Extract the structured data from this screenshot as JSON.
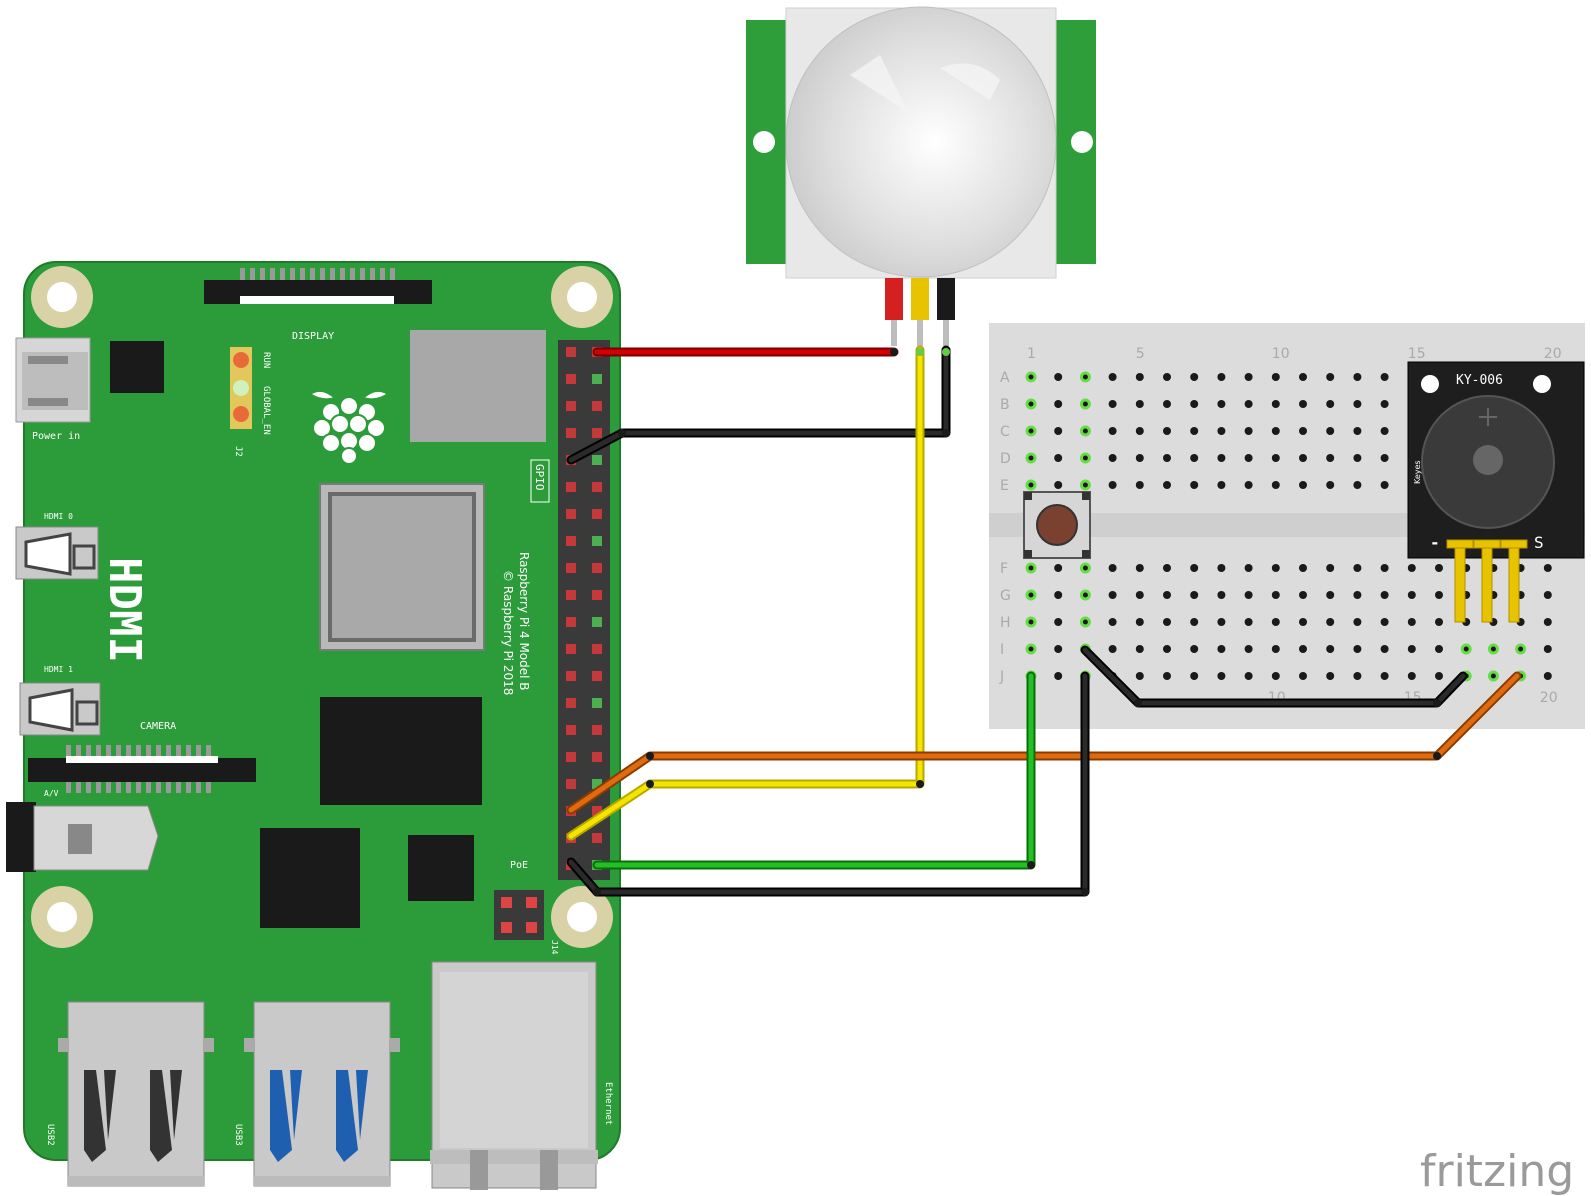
{
  "colors": {
    "board": "#2c9b3a",
    "board_edge": "#1f7a2c",
    "wire_red": "#d40000",
    "wire_yellow": "#f5e400",
    "wire_black": "#1a1a1a",
    "wire_orange": "#e06a10",
    "wire_green": "#22b322",
    "breadboard": "#dcdcdc",
    "pir_board": "#2e9e3a",
    "buzzer_body": "#1e1e1e",
    "header_pin_gold": "#e8c400"
  },
  "rpi": {
    "display_label": "DISPLAY",
    "run_label": "RUN",
    "global_en_label": "GLOBAL_EN",
    "j2_label": "J2",
    "power_label": "Power in",
    "hdmi0_label": "HDMI 0",
    "hdmi1_label": "HDMI 1",
    "hdmi_big_label": "HDMI",
    "camera_label": "CAMERA",
    "av_label": "A/V",
    "gpio_label": "GPIO",
    "model_line1": "Raspberry Pi 4 Model B",
    "model_line2": "© Raspberry Pi 2018",
    "poe_label": "PoE",
    "j14_label": "J14",
    "usb2_label": "USB2",
    "usb3_label": "USB3",
    "ethernet_label": "Ethernet",
    "logo_icon": "raspberry-logo-icon"
  },
  "breadboard": {
    "rows_top": [
      "A",
      "B",
      "C",
      "D",
      "E"
    ],
    "rows_bottom": [
      "F",
      "G",
      "H",
      "I",
      "J"
    ],
    "col_numbers": [
      "1",
      "5",
      "10",
      "15",
      "20"
    ],
    "bottom_col_numbers": [
      "10",
      "15",
      "20"
    ]
  },
  "buzzer": {
    "model": "KY-006",
    "brand": "Keyes",
    "minus_label": "-",
    "signal_label": "S"
  },
  "watermark": "fritzing"
}
